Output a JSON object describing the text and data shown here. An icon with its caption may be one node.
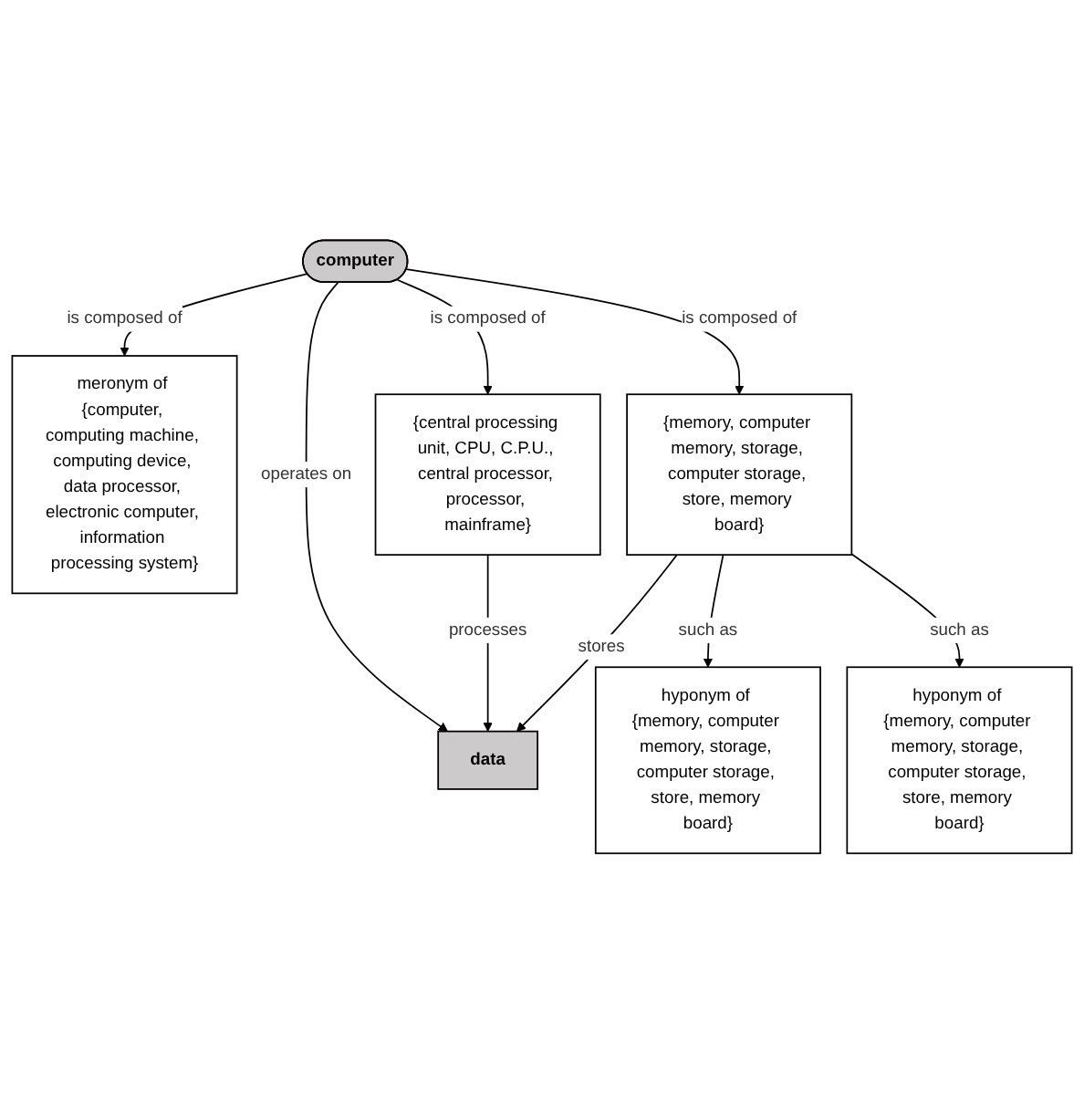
{
  "diagram": {
    "nodes": [
      {
        "text": [
          "computer"
        ]
      },
      {
        "text": [
          "{central processing unit, CPU, C.P.U., central processor, processor, mainframe}"
        ]
      },
      {
        "text": [
          "{memory, computer memory, storage, computer storage, store, memory board}"
        ]
      },
      {
        "text": [
          "meronym of {computer, computing machine, computing device, data processor, electronic computer, information processing system}"
        ]
      },
      {
        "text": [
          "data"
        ]
      },
      {
        "text": [
          "hyponym of {memory, computer memory, storage, computer storage, store, memory board}"
        ]
      },
      {
        "text": [
          "hyponym of {memory, computer memory, storage, computer storage, store, memory board}"
        ]
      }
    ],
    "edges": [
      {
        "from": 0,
        "to": 1,
        "arrow": "to",
        "label": "is composed of"
      },
      {
        "from": 0,
        "to": 4,
        "arrow": "to",
        "label": "operates on"
      },
      {
        "from": 0,
        "to": 2,
        "arrow": "to",
        "label": "is composed of"
      },
      {
        "from": 1,
        "to": 4,
        "arrow": "to",
        "label": "processes"
      },
      {
        "from": 2,
        "to": 4,
        "arrow": "to",
        "label": "stores"
      },
      {
        "from": 2,
        "to": 5,
        "arrow": "to",
        "label": "such as"
      },
      {
        "from": 2,
        "to": 6,
        "arrow": "to",
        "label": "such as"
      },
      {
        "from": 0,
        "to": 3,
        "arrow": "to",
        "label": "is composed of"
      }
    ]
  }
}
